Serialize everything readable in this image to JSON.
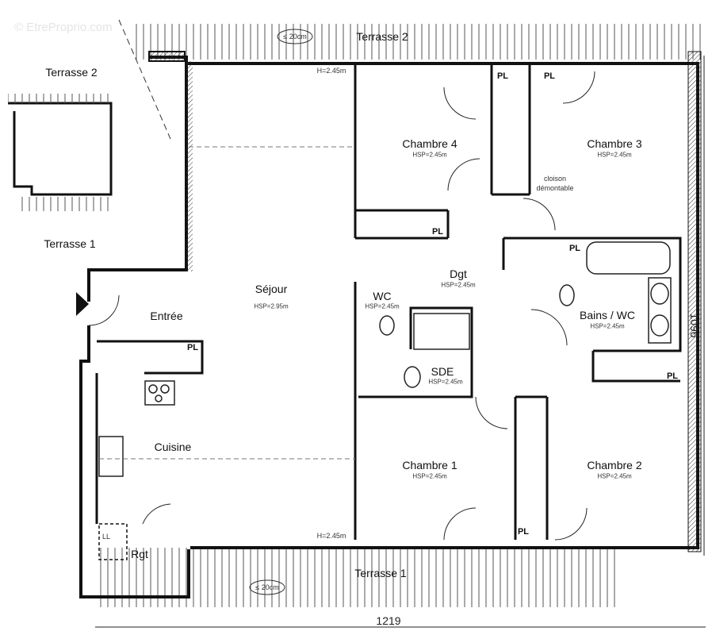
{
  "watermark": "© EtreProprio.com",
  "terraces": {
    "top": "Terrasse 2",
    "bottom": "Terrasse 1",
    "top_note": "≤ 20cm",
    "bottom_note": "≤ 20cm",
    "height_top": "H=2.45m",
    "height_bottom": "H=2.45m"
  },
  "key_plan": {
    "top": "Terrasse 2",
    "bottom": "Terrasse 1"
  },
  "rooms": {
    "sejour": {
      "name": "Séjour",
      "hsp": "HSP=2.95m"
    },
    "chambre4": {
      "name": "Chambre 4",
      "hsp": "HSP=2.45m"
    },
    "chambre3": {
      "name": "Chambre 3",
      "hsp": "HSP=2.45m"
    },
    "chambre1": {
      "name": "Chambre 1",
      "hsp": "HSP=2.45m"
    },
    "chambre2": {
      "name": "Chambre 2",
      "hsp": "HSP=2.45m"
    },
    "dgt": {
      "name": "Dgt",
      "hsp": "HSP=2.45m"
    },
    "wc": {
      "name": "WC",
      "hsp": "HSP=2.45m"
    },
    "sde": {
      "name": "SDE",
      "hsp": "HSP=2.45m"
    },
    "bains": {
      "name": "Bains / WC",
      "hsp": "HSP=2.45m"
    },
    "entree": {
      "name": "Entrée"
    },
    "cuisine": {
      "name": "Cuisine"
    },
    "rgt": {
      "name": "Rgt"
    },
    "ll": "LL"
  },
  "cloison": [
    "cloison",
    "démontable"
  ],
  "pl": "PL",
  "dimensions": {
    "width": "1219",
    "height": "1096"
  },
  "colors": {
    "wall": "#111111",
    "hatch": "#555555"
  }
}
